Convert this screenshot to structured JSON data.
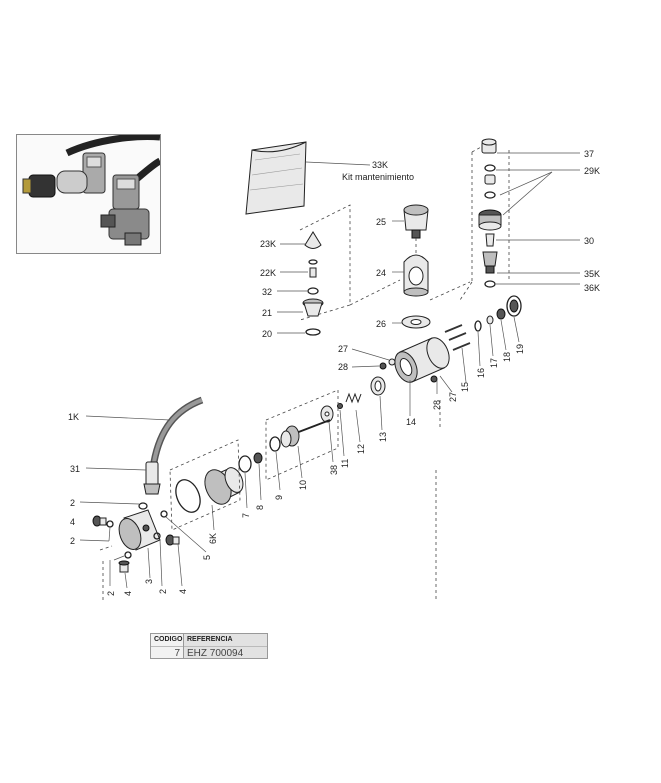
{
  "labels": {
    "l33K": "33K",
    "kit": "Kit mantenimiento",
    "l37": "37",
    "l29K": "29K",
    "l30": "30",
    "l35K": "35K",
    "l36K": "36K",
    "l25": "25",
    "l24": "24",
    "l26": "26",
    "l23K": "23K",
    "l22K": "22K",
    "l32": "32",
    "l21": "21",
    "l20": "20",
    "l27a": "27",
    "l28a": "28",
    "l14": "14",
    "l15": "15",
    "l16": "16",
    "l17": "17",
    "l18": "18",
    "l19": "19",
    "l28b": "28",
    "l27b": "27",
    "l13": "13",
    "l12": "12",
    "l11": "11",
    "l38": "38",
    "l10": "10",
    "l9": "9",
    "l8": "8",
    "l7": "7",
    "l6K": "6K",
    "l5": "5",
    "l1K": "1K",
    "l31": "31",
    "l2a": "2",
    "l4a": "4",
    "l2b": "2",
    "l3": "3",
    "l2c": "2",
    "l4b": "4",
    "l2d": "2",
    "l4c": "4"
  },
  "table": {
    "code_header": "CODIGO",
    "ref_header": "REFERENCIA",
    "code_value": "7",
    "ref_value": "EHZ 700094"
  }
}
